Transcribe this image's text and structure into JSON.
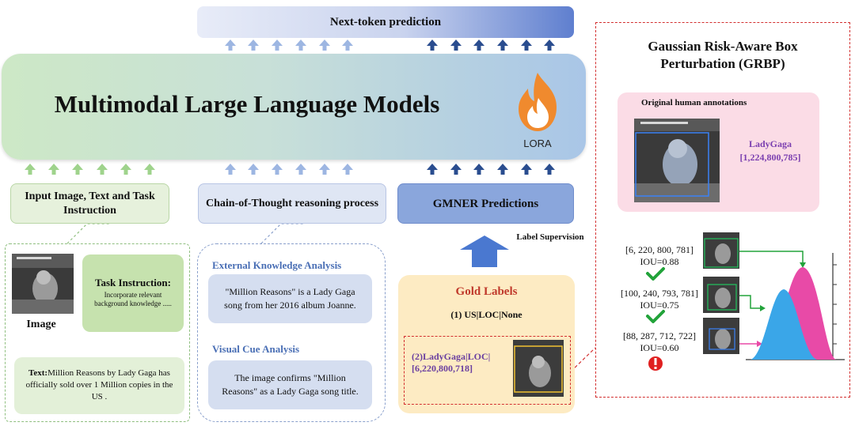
{
  "header": {
    "next_token": "Next-token prediction"
  },
  "mllm": {
    "title": "Multimodal Large Language Models",
    "lora_label": "LORA"
  },
  "boxes": {
    "input": "Input Image, Text and Task Instruction",
    "cot": "Chain-of-Thought reasoning process",
    "gmner": "GMNER Predictions"
  },
  "left_panel": {
    "image_label": "Image",
    "task_title": "Task Instruction:",
    "task_text": "Incorporate relevant background knowledge .....",
    "text_prefix": "Text:",
    "text_body": "Million Reasons by Lady Gaga has officially sold over 1 Million copies in the US ."
  },
  "mid_panel": {
    "ext_title": "External Knowledge Analysis",
    "ext_text": "\"Million Reasons\" is a Lady Gaga song from her 2016 album Joanne.",
    "vis_title": "Visual Cue Analysis",
    "vis_text": "The image confirms \"Million Reasons\" as a Lady Gaga song title."
  },
  "supervision": {
    "label": "Label Supervision"
  },
  "gold": {
    "title": "Gold Labels",
    "line1": "(1) US|LOC|None",
    "line2a": "(2)LadyGaga|LOC|",
    "line2b": "[6,220,800,718]"
  },
  "grbp": {
    "title_line1": "Gaussian Risk-Aware Box",
    "title_line2": "Perturbation (GRBP)",
    "orig_title": "Original human annotations",
    "orig_entity": "LadyGaga",
    "orig_box": "[1,224,800,785]",
    "perturbations": [
      {
        "box": "[6, 220, 800, 781]",
        "iou": "IOU=0.88",
        "status": "check"
      },
      {
        "box": "[100, 240, 793, 781]",
        "iou": "IOU=0.75",
        "status": "check"
      },
      {
        "box": "[88, 287, 712, 722]",
        "iou": "IOU=0.60",
        "status": "alert"
      }
    ]
  },
  "colors": {
    "green_arrow": "#9fd38c",
    "light_blue_arrow": "#9db6e2",
    "dark_blue_arrow": "#2a4d8f",
    "red_dash": "#d32f2f",
    "curve_blue": "#3aa6e8",
    "curve_pink": "#e84aa7"
  },
  "icons": {
    "lora": "flame-icon",
    "check": "check-icon",
    "alert": "alert-icon",
    "supervision": "up-arrow-icon"
  }
}
